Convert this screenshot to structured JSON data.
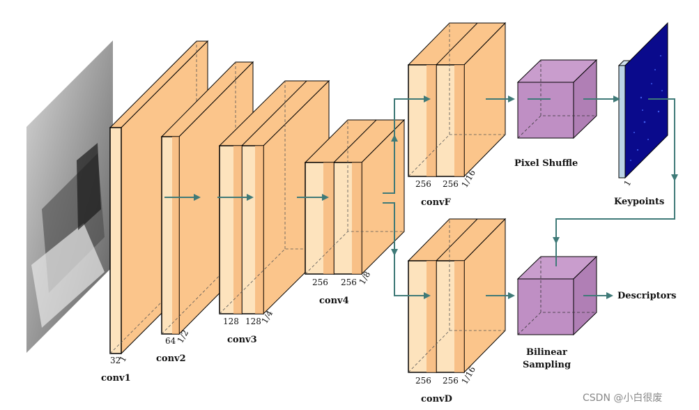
{
  "colors": {
    "block_fill": "#fbc58b",
    "block_light": "#fde3bd",
    "block_side": "#f5b070",
    "purple": "#bf8fc4",
    "arrow": "#3f7a78",
    "keypoint_map": "#0a0a8c"
  },
  "layers": {
    "conv1": {
      "name": "conv1",
      "channels": "32",
      "scale": "1"
    },
    "conv2": {
      "name": "conv2",
      "channels": "64",
      "scale": "1/2"
    },
    "conv3": {
      "name": "conv3",
      "channels": [
        "128",
        "128"
      ],
      "scale": "1/4"
    },
    "conv4": {
      "name": "conv4",
      "channels": [
        "256",
        "256"
      ],
      "scale": "1/8"
    },
    "convF": {
      "name": "convF",
      "channels": [
        "256",
        "256"
      ],
      "scale": "1/16"
    },
    "convD": {
      "name": "convD",
      "channels": [
        "256",
        "256"
      ],
      "scale": "1/16"
    }
  },
  "labels": {
    "pixel_shuffle": "Pixel Shuffle",
    "keypoints": "Keypoints",
    "keypoints_scale": "1",
    "bilinear_line1": "Bilinear",
    "bilinear_line2": "Sampling",
    "descriptors": "Descriptors"
  },
  "watermark": "CSDN @小白很废"
}
